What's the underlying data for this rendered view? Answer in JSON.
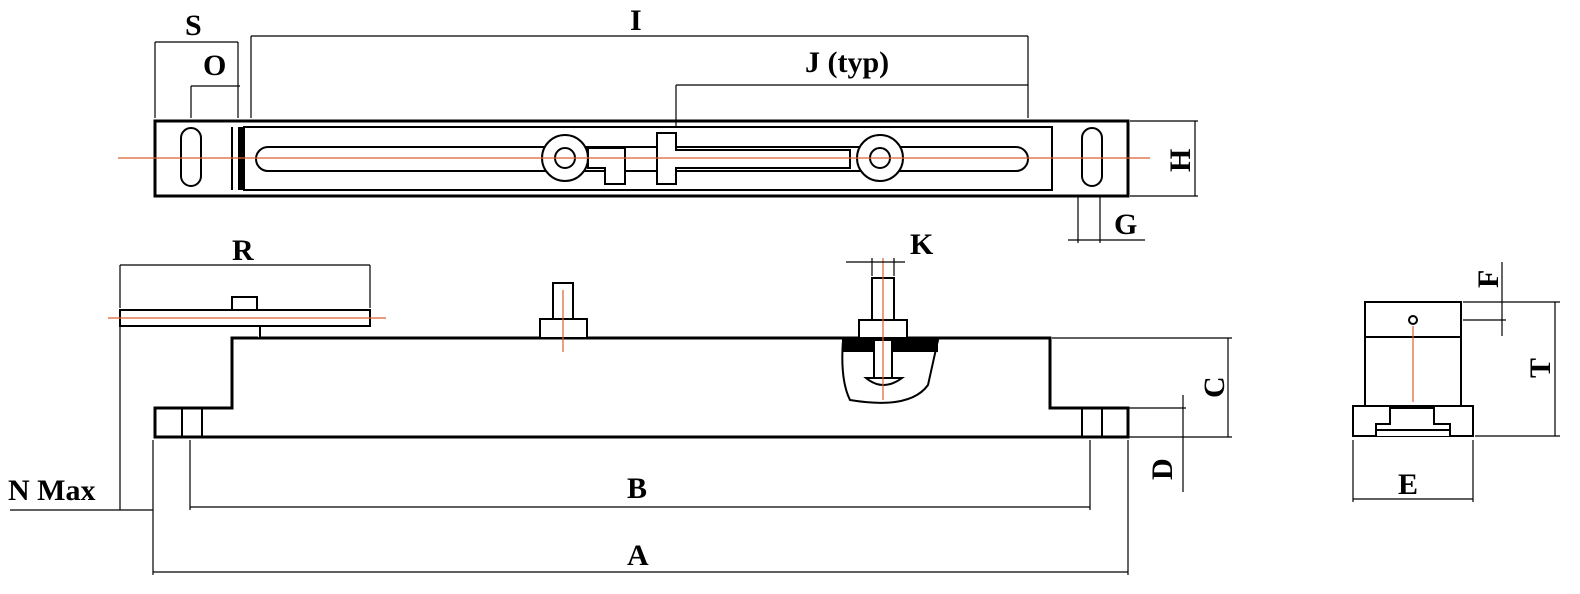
{
  "dimensions": {
    "S": "S",
    "O": "O",
    "I": "I",
    "J": "J (typ)",
    "H": "H",
    "G": "G",
    "R": "R",
    "K": "K",
    "F": "F",
    "T": "T",
    "C": "C",
    "D": "D",
    "N": "N Max",
    "B": "B",
    "A": "A",
    "E": "E"
  },
  "colors": {
    "outline": "#000000",
    "centerline": "#d9602f"
  }
}
